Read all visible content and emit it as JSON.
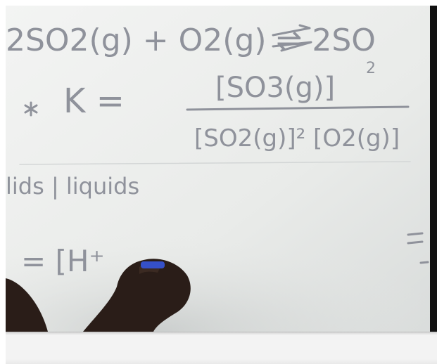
{
  "video": {
    "line1": "2SO2(g) + O2(g) ⇌ 2SO",
    "line2_left": "K =",
    "line2_numerator": "[SO3(g)]",
    "line2_num_exp": "2",
    "line2_denominator": "[SO2(g)]² [O2(g)]",
    "line3": "lids | liquids",
    "line4": "= [H⁺"
  },
  "colors": {
    "board": "#e9ebe9",
    "ink": "#8f929b",
    "hand": "#2a1d18",
    "frame_right": "#111111"
  }
}
